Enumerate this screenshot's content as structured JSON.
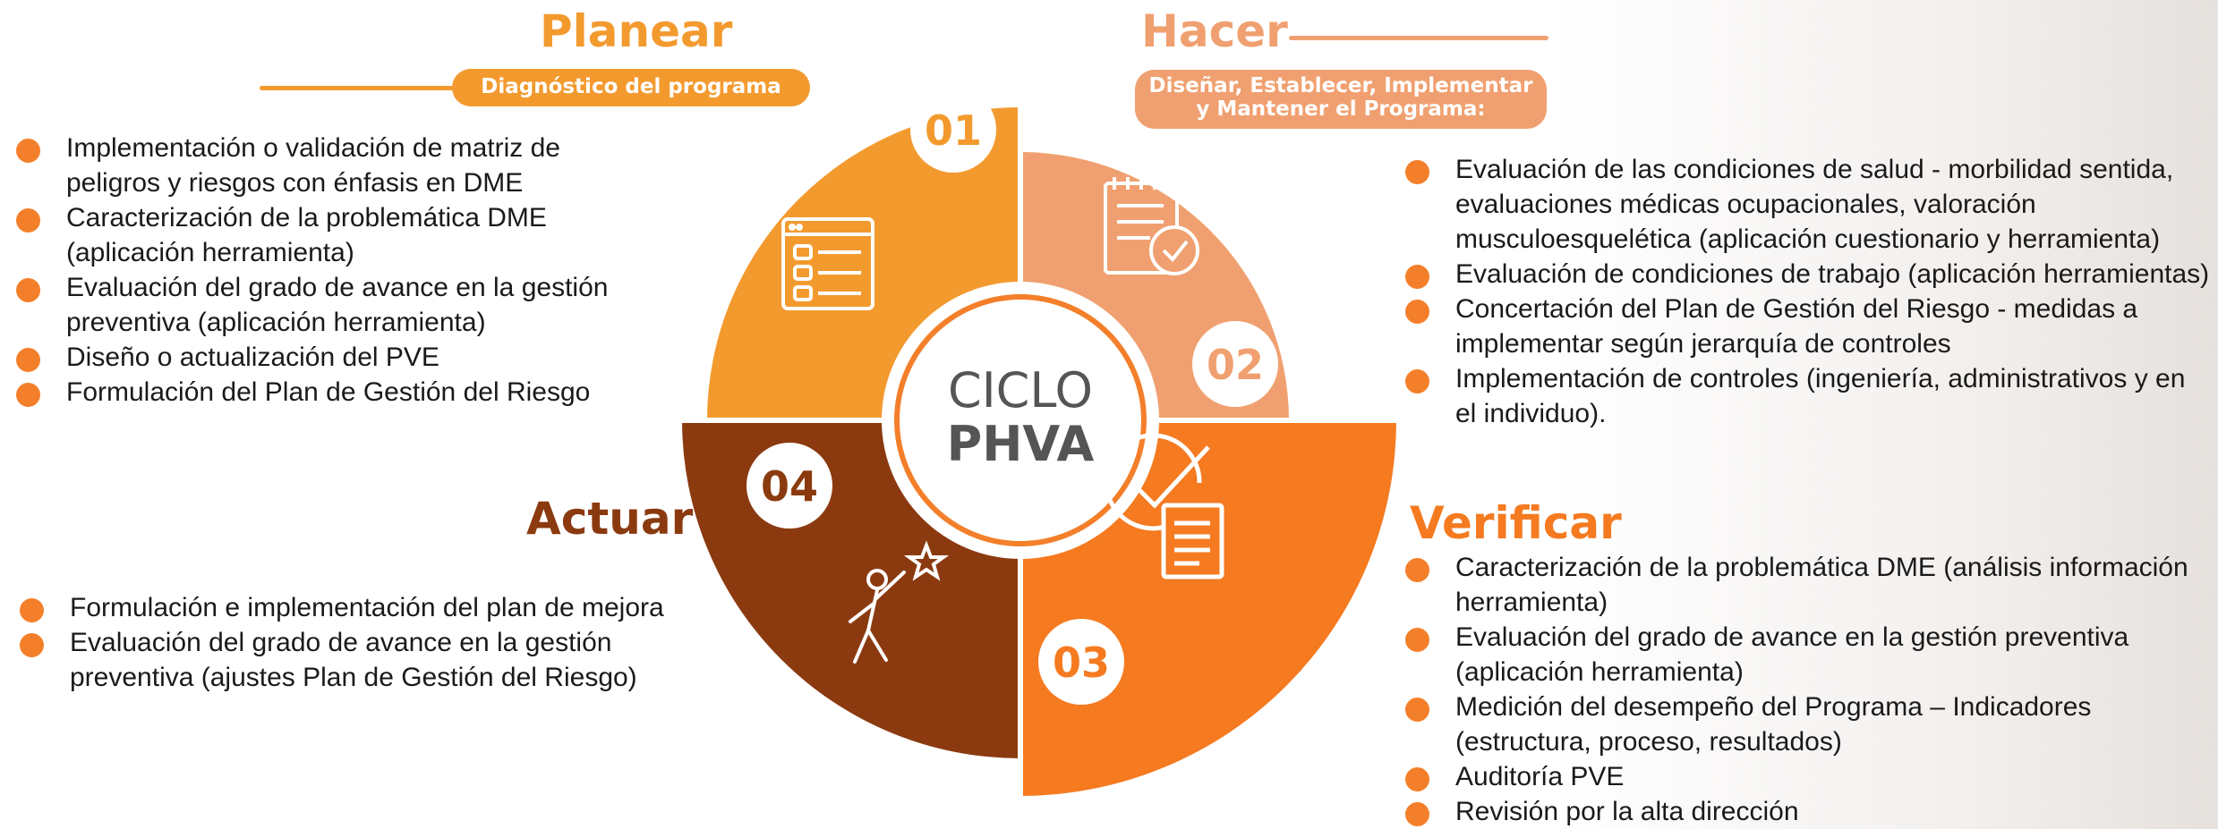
{
  "colors": {
    "planear": "#f39a2f",
    "hacer": "#f0a070",
    "verificar": "#f57a20",
    "actuar": "#8b3a10",
    "accent": "#f47f2a"
  },
  "center": {
    "line1": "CICLO",
    "line2": "PHVA"
  },
  "quadrants": [
    {
      "number": "01",
      "icon": "checklist-window-icon"
    },
    {
      "number": "02",
      "icon": "clipboard-check-icon"
    },
    {
      "number": "03",
      "icon": "checkmark-document-icon"
    },
    {
      "number": "04",
      "icon": "person-reaching-star-icon"
    }
  ],
  "planear": {
    "title": "Planear",
    "subtitle": "Diagnóstico del programa",
    "items": [
      "Implementación  o validación de matriz de peligros y riesgos con énfasis en DME",
      "Caracterización de la problemática DME (aplicación herramienta)",
      "Evaluación  del grado de avance en la gestión preventiva (aplicación herramienta)",
      "Diseño o actualización del PVE",
      "Formulación del Plan de Gestión del Riesgo"
    ]
  },
  "hacer": {
    "title": "Hacer",
    "subtitle_line1": "Diseñar, Establecer, Implementar",
    "subtitle_line2": "y Mantener el Programa:",
    "items": [
      "Evaluación de las condiciones de salud - morbilidad sentida, evaluaciones médicas ocupacionales, valoración musculoesquelética  (aplicación cuestionario y herramienta)",
      "Evaluación de condiciones de trabajo (aplicación herramientas)",
      "Concertación del Plan de Gestión del Riesgo - medidas a implementar  según jerarquía de controles",
      "Implementación  de  controles (ingeniería, administrativos y en el individuo)."
    ]
  },
  "verificar": {
    "title": "Verificar",
    "items": [
      "Caracterización de la problemática DME (análisis información herramienta)",
      "Evaluación del grado de avance en la gestión preventiva (aplicación herramienta)",
      "Medición del  desempeño del Programa – Indicadores (estructura, proceso, resultados)",
      "Auditoría PVE",
      "Revisión por la alta dirección"
    ]
  },
  "actuar": {
    "title": "Actuar",
    "items": [
      "Formulación e implementación  del plan de mejora",
      "Evaluación del grado de avance en la gestión preventiva (ajustes Plan de Gestión del Riesgo)"
    ]
  }
}
